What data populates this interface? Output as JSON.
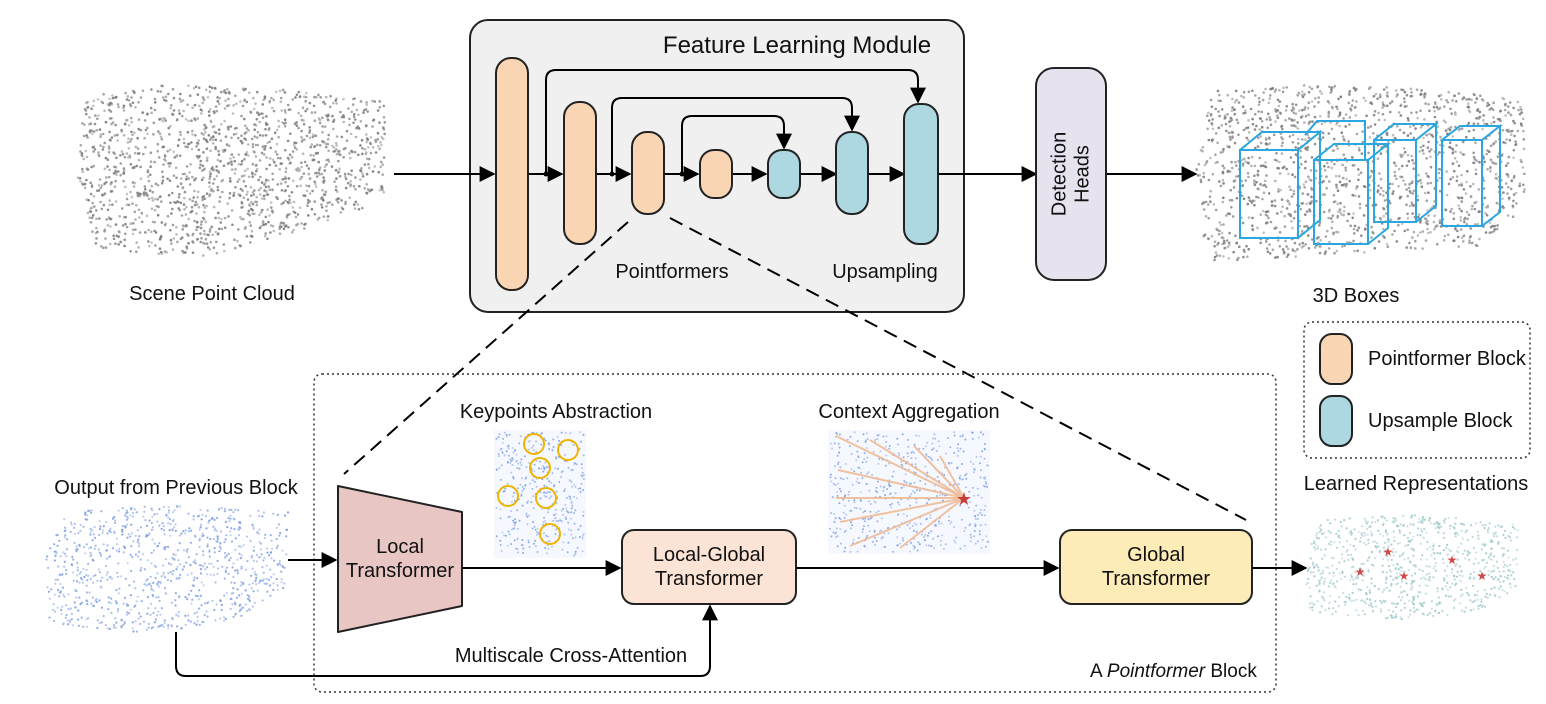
{
  "module": {
    "title": "Feature Learning Module",
    "pointformers_label": "Pointformers",
    "upsampling_label": "Upsampling"
  },
  "inputs": {
    "scene_label": "Scene Point Cloud",
    "output_label": "3D Boxes"
  },
  "detection": {
    "line1": "Detection",
    "line2": "Heads"
  },
  "legend": {
    "pointformer": "Pointformer Block",
    "upsample": "Upsample Block"
  },
  "block": {
    "caption_prefix": "A ",
    "caption_italic": "Pointformer",
    "caption_suffix": " Block",
    "prev_label": "Output from Previous Block",
    "learned_label": "Learned Representations",
    "keypoints_label": "Keypoints Abstraction",
    "context_label": "Context Aggregation",
    "cross_attention_label": "Multiscale Cross-Attention",
    "local": {
      "line1": "Local",
      "line2": "Transformer"
    },
    "local_global": {
      "line1": "Local-Global",
      "line2": "Transformer"
    },
    "global": {
      "line1": "Global",
      "line2": "Transformer"
    }
  },
  "colors": {
    "pointformer": "#f9d5b4",
    "upsample": "#add8e2",
    "detection": "#e6e3ef",
    "local_transformer": "#e8c6c3",
    "local_global": "#fbe4d6",
    "global_transformer": "#fdecb8",
    "module_bg": "#f0f0f0",
    "box_edge": "#2aa7e0",
    "point_gray": "#7d7d7d",
    "point_blue": "#7f9fe0",
    "point_teal": "#9fc8cc",
    "keypoint_ring": "#f0b400"
  }
}
